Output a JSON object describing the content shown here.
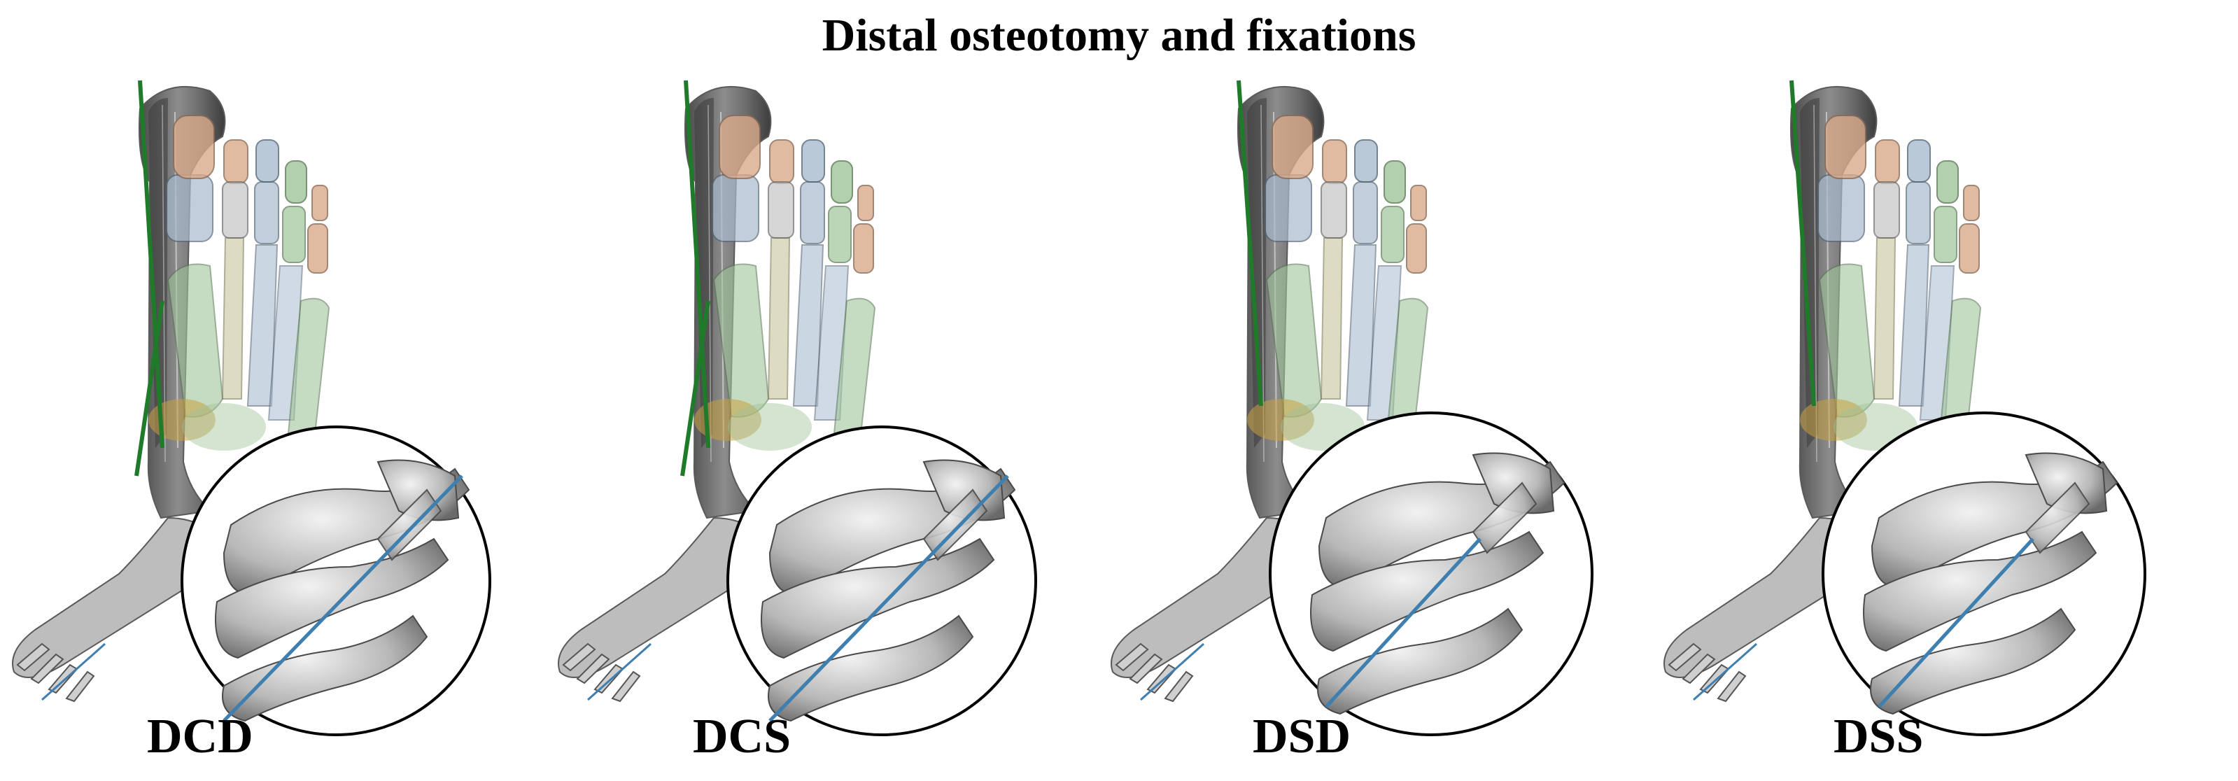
{
  "title": "Distal osteotomy and fixations",
  "panels": [
    {
      "label": "DCD",
      "saw_cut": "two-lines",
      "fixation": "single-screw",
      "inset": "small"
    },
    {
      "label": "DCS",
      "saw_cut": "two-lines",
      "fixation": "single-screw",
      "inset": "small"
    },
    {
      "label": "DSD",
      "saw_cut": "single-line",
      "fixation": "single-screw",
      "inset": "large"
    },
    {
      "label": "DSS",
      "saw_cut": "single-line",
      "fixation": "single-screw",
      "inset": "large"
    }
  ],
  "colors": {
    "bone": "#9a9a9a",
    "bone_dark": "#5a5a5a",
    "cut_line": "#1f7a2a",
    "screw": "#3f7fb0",
    "phalanx_orange": "#d9a98a",
    "phalanx_blue": "#a8bccf",
    "metatarsal_green": "#9fc49a",
    "metatarsal_olive": "#c8c59a",
    "joint_gold": "#c9a040"
  }
}
